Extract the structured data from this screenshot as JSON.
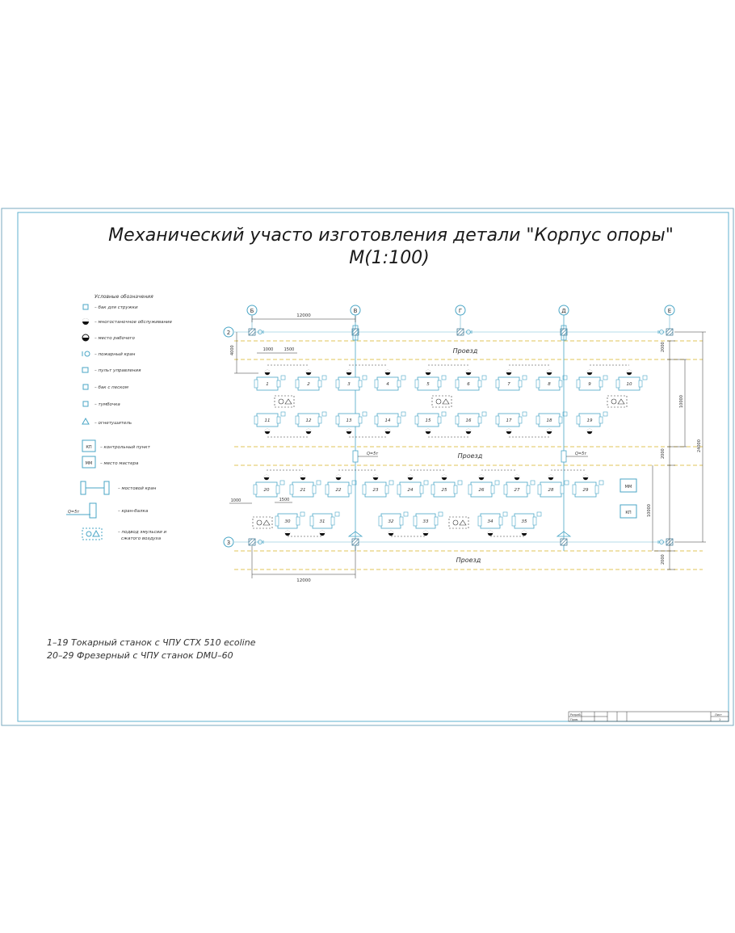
{
  "title": {
    "line1": "Механический участо изготовления детали \"Корпус опоры\"",
    "line2": "М(1:100)"
  },
  "legend": {
    "heading": "Условные обозначения",
    "items": [
      "– бак для стружки",
      "– многостаночное обслуживание",
      "– место рабочего",
      "– пожарный кран",
      "– пульт управления",
      "– бак с песком",
      "– тумбочка",
      "– огнетушитель",
      "– контрольный пункт",
      "– место мастера",
      "– мостовой кран",
      "– кран-балка",
      "– подвод эмульсии и сжатого воздуха"
    ],
    "kp_code": "КП",
    "mm_code": "ММ",
    "hoist_code": "Q=5т"
  },
  "axes": {
    "columns": [
      "Б",
      "В",
      "Г",
      "Д",
      "Е"
    ],
    "rows": [
      "2",
      "3"
    ]
  },
  "aisle_label": "Проезд",
  "hoist_label": "Q=5т",
  "station_codes": {
    "kp": "КП",
    "mm": "ММ"
  },
  "dimensions": {
    "top_span": "12000",
    "bottom_span": "12000",
    "left_4000": "4000",
    "d1000": "1000",
    "d1500": "1500",
    "d1000b": "1000",
    "d1500b": "1500",
    "r2000a": "2000",
    "r10000a": "10000",
    "r2000b": "2000",
    "r10000b": "10000",
    "r2000c": "2000",
    "r24000": "24000"
  },
  "machines": {
    "row1": [
      "1",
      "2",
      "3",
      "4",
      "5",
      "6",
      "7",
      "8",
      "9",
      "10"
    ],
    "row2": [
      "11",
      "12",
      "13",
      "14",
      "15",
      "16",
      "17",
      "18",
      "19"
    ],
    "row3": [
      "20",
      "21",
      "22",
      "23",
      "24",
      "25",
      "26",
      "27",
      "28",
      "29"
    ],
    "row4": [
      "30",
      "31",
      "32",
      "33",
      "34",
      "35"
    ]
  },
  "notes": [
    "1–19 Токарный станок с ЧПУ СТХ 510 ecoline",
    "20–29 Фрезерный с ЧПУ станок DMU–60"
  ],
  "stamp": {
    "a": "Разраб.",
    "b": "Пров.",
    "sheet": "Лист",
    "num": "1"
  },
  "colors": {
    "line": "#4aa6c6",
    "aisle": "#e0c45a",
    "text": "#1a1a1a",
    "frame": "#5fb0cf"
  }
}
